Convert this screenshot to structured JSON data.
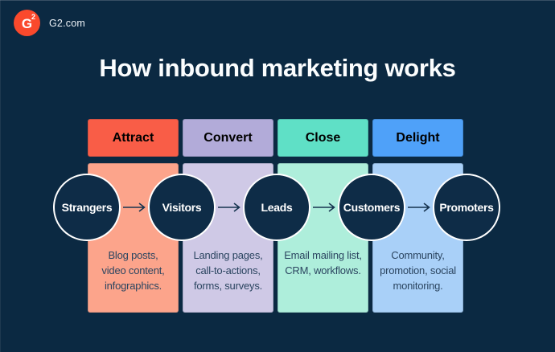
{
  "brand": {
    "logo_letter": "G",
    "logo_superscript": "2",
    "site_label": "G2.com"
  },
  "title": "How inbound marketing works",
  "stages": [
    {
      "label": "Attract",
      "description": "Blog posts,\nvideo content,\ninfographics.",
      "header_color": "#f95d47",
      "body_color": "#fca48b"
    },
    {
      "label": "Convert",
      "description": "Landing pages,\ncall-to-actions,\nforms, surveys.",
      "header_color": "#b2abd9",
      "body_color": "#cfc9e6"
    },
    {
      "label": "Close",
      "description": "Email mailing list,\nCRM, workflows.",
      "header_color": "#5fe0c6",
      "body_color": "#aeeedb"
    },
    {
      "label": "Delight",
      "description": "Community,\npromotion, social\nmonitoring.",
      "header_color": "#4fa1f9",
      "body_color": "#a9d0f8"
    }
  ],
  "funnel_stages": [
    "Strangers",
    "Visitors",
    "Leads",
    "Customers",
    "Promoters"
  ],
  "colors": {
    "background": "#0b2942",
    "circle_fill": "#0e2c47",
    "circle_border": "#ffffff",
    "logo_red": "#fa492c",
    "header_text": "#13304f",
    "body_text": "#2b4560",
    "arrow": "#16334f",
    "title_text": "#fbfdfe",
    "brand_text": "#edf2f7"
  }
}
